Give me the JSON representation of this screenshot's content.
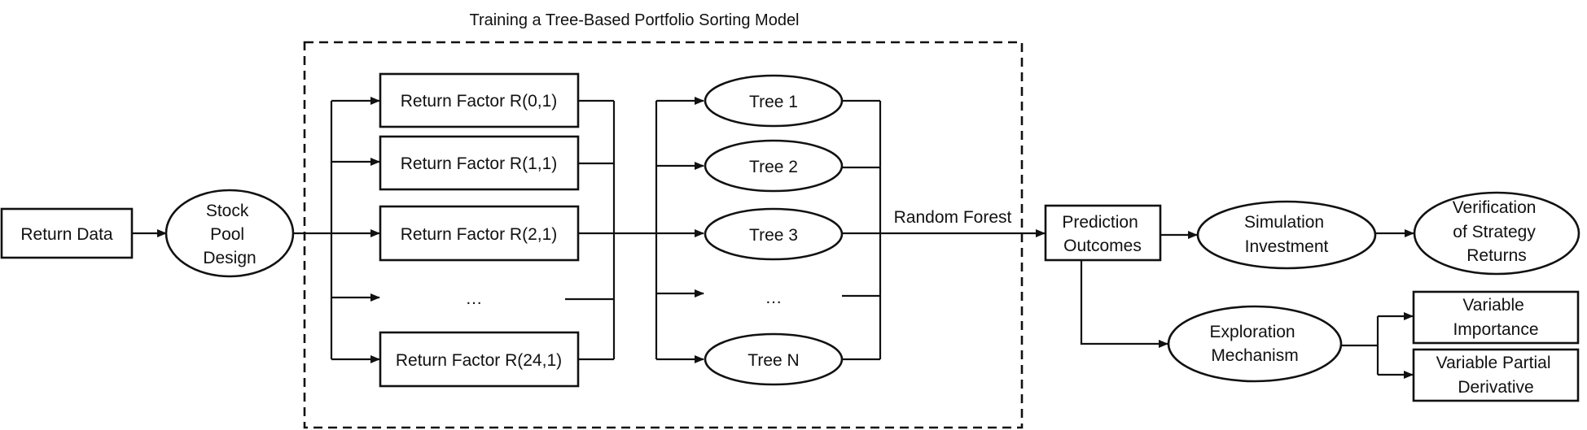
{
  "diagram": {
    "title": "Training a Tree-Based Portfolio Sorting Model",
    "nodes": {
      "return_data": "Return Data",
      "stock_pool": [
        "Stock",
        "Pool",
        "Design"
      ],
      "factor_0": "Return Factor R(0,1)",
      "factor_1": "Return Factor R(1,1)",
      "factor_2": "Return Factor R(2,1)",
      "factor_ellipsis": "…",
      "factor_24": "Return Factor R(24,1)",
      "tree_1": "Tree 1",
      "tree_2": "Tree 2",
      "tree_3": "Tree 3",
      "tree_ellipsis": "…",
      "tree_n": "Tree N",
      "random_forest": "Random Forest",
      "prediction": [
        "Prediction",
        "Outcomes"
      ],
      "simulation": [
        "Simulation",
        "Investment"
      ],
      "verification": [
        "Verification",
        "of Strategy",
        "Returns"
      ],
      "exploration": [
        "Exploration",
        "Mechanism"
      ],
      "var_importance": [
        "Variable",
        "Importance"
      ],
      "var_partial": [
        "Variable Partial",
        "Derivative"
      ]
    }
  }
}
